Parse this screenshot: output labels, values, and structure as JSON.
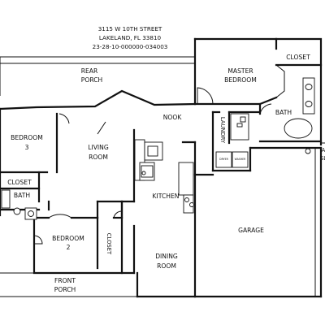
{
  "header": {
    "address_line1": "3115 W 10TH STREET",
    "address_line2": "LAKELAND, FL 33810",
    "parcel_id": "23-28-10-000000-034003"
  },
  "rooms": {
    "rear_porch": [
      "REAR",
      "PORCH"
    ],
    "master_bedroom": [
      "MASTER",
      "BEDROOM"
    ],
    "closet_master": "CLOSET",
    "bath_master": "BATH",
    "nook": "NOOK",
    "laundry": "LAUNDRY",
    "bedroom3": [
      "BEDROOM",
      "3"
    ],
    "living_room": [
      "LIVING",
      "ROOM"
    ],
    "closet_bed3": "CLOSET",
    "bath_hall": "BATH",
    "kitchen": "KITCHEN",
    "garage": "GARAGE",
    "bedroom2": [
      "BEDROOM",
      "2"
    ],
    "closet_bed2": "CLOSET",
    "dining_room": [
      "DINING",
      "ROOM"
    ],
    "front_porch": [
      "FRONT",
      "PORCH"
    ]
  },
  "appliances": {
    "dryer": "DRYER",
    "washer": "WASHER"
  },
  "edge_note": [
    "A",
    "SL"
  ]
}
